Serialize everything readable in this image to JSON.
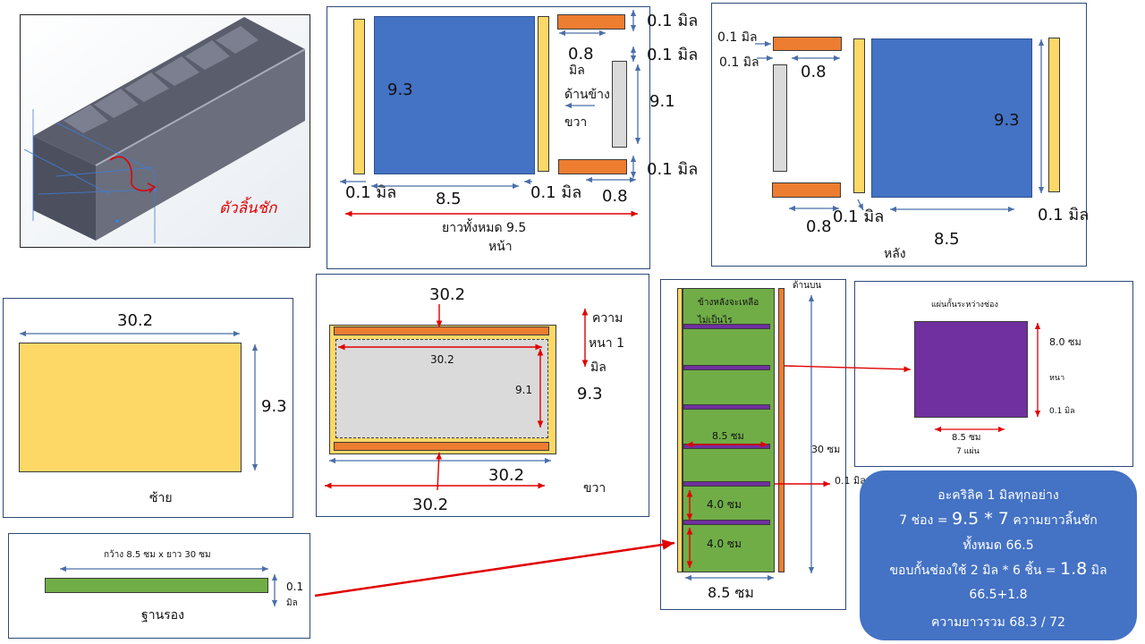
{
  "photo": {
    "handwritten_note": "ตัวลิ้นชัก"
  },
  "front_panel": {
    "dim_height": "9.3",
    "dim_front_width": "8.5",
    "dim_left_thick": "0.1 มิล",
    "dim_right_thick": "0.1 มิล",
    "dim_side_width": "0.8",
    "top_thick": "0.1 มิล",
    "mid_width": "0.8",
    "mid_unit": "มิล",
    "mid_thick": "0.1 มิล",
    "side_label_1": "ด้านข้าง",
    "side_label_2": "ขวา",
    "side_height": "9.1",
    "bottom_thick": "0.1 มิล",
    "total_length": "ยาวทั้งหมด 9.5",
    "caption": "หน้า"
  },
  "back_panel": {
    "top_thick_1": "0.1 มิล",
    "top_thick_2": "0.1 มิล",
    "top_width": "0.8",
    "height": "9.3",
    "bottom_width": "0.8",
    "thick_left": "0.1 มิล",
    "thick_right": "0.1 มิล",
    "front_width": "8.5",
    "caption": "หลัง"
  },
  "left_panel": {
    "width": "30.2",
    "height": "9.3",
    "caption": "ซ้าย"
  },
  "right_panel": {
    "top_width": "30.2",
    "inner_width": "30.2",
    "inner_height": "9.1",
    "thickness_1": "ความ",
    "thickness_2": "หนา 1",
    "thickness_3": "มิล",
    "height": "9.3",
    "bottom_width": "30.2",
    "bottom_label": "30.2",
    "caption": "ขวา"
  },
  "base": {
    "dims": "กว้าง 8.5 ซม x ยาว 30 ซม",
    "thick_1": "0.1",
    "thick_2": "มิล",
    "caption": "ฐานรอง"
  },
  "top_view": {
    "top_label": "ด้านบน",
    "note_1": "ข้างหลังจะเหลือ",
    "note_2": "ไม่เป็นไร",
    "divider_width": "8.5 ซม",
    "length": "30 ซม",
    "slot_1": "4.0 ซม",
    "slot_2": "4.0 ซม",
    "bottom_width": "8.5 ซม",
    "thin": "0.1 มิล"
  },
  "divider": {
    "title": "แผ่นกั้นระหว่างช่อง",
    "height": "8.0 ซม",
    "thick_label": "หนา",
    "thick": "0.1 มิล",
    "width": "8.5 ซม",
    "count": "7 แผ่น"
  },
  "summary": {
    "line1": "อะคริลิค 1 มิลทุกอย่าง",
    "line2_a": "7 ช่อง = ",
    "line2_b": "9.5 * 7",
    "line2_c": " ความยาวลิ้นชัก",
    "line3": "ทั้งหมด 66.5",
    "line4_a": "ขอบกั้นช่องใช้ 2 มิล * 6 ชิ้น = ",
    "line4_b": "1.8",
    "line4_c": " มิล",
    "line5": "66.5+1.8",
    "line6": "ความยาวรวม  68.3 / 72"
  },
  "colors": {
    "blue": "#4472c4",
    "yellow": "#fdd867",
    "orange": "#ed7d31",
    "green": "#70ad47",
    "purple": "#7030a0",
    "grey": "#dadada",
    "red": "#e00000"
  }
}
